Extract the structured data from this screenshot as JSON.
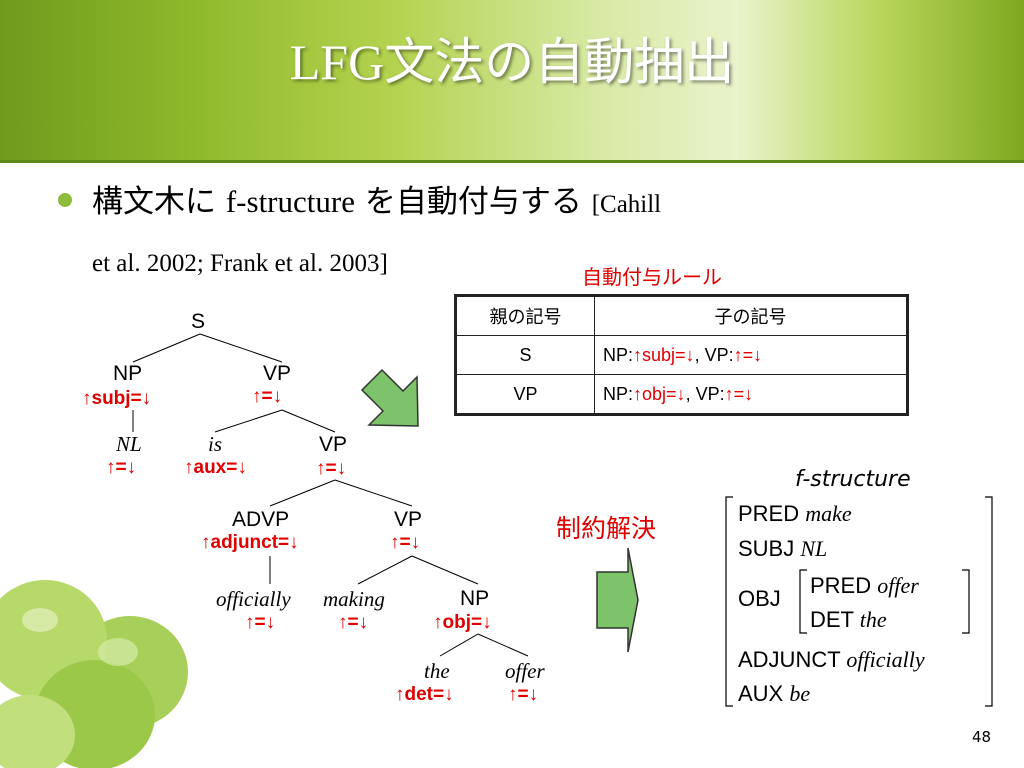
{
  "slide": {
    "title": "LFG文法の自動抽出",
    "page_number": "48"
  },
  "bullet": {
    "text_ja1": "構文木に ",
    "text_en": "f-structure",
    "text_ja2": " を自動付与する ",
    "citation_line1": "[Cahill",
    "citation_line2": "et al. 2002; Frank et al. 2003]"
  },
  "rules": {
    "title": "自動付与ルール",
    "headers": [
      "親の記号",
      "子の記号"
    ],
    "rows": [
      {
        "parent": "S",
        "child_np": "NP:",
        "child_np_ann": "↑subj=↓",
        "sep": ", VP:",
        "child_vp_ann": "↑=↓"
      },
      {
        "parent": "VP",
        "child_np": "NP:",
        "child_np_ann": "↑obj=↓",
        "sep": ", VP:",
        "child_vp_ann": "↑=↓"
      }
    ]
  },
  "tree": {
    "s": "S",
    "np1": "NP",
    "np1_ann": "↑subj=↓",
    "vp1": "VP",
    "vp1_ann": "↑=↓",
    "nl": "NL",
    "nl_ann": "↑=↓",
    "is": "is",
    "is_ann": "↑aux=↓",
    "vp2": "VP",
    "vp2_ann": "↑=↓",
    "advp": "ADVP",
    "advp_ann": "↑adjunct=↓",
    "vp3": "VP",
    "vp3_ann": "↑=↓",
    "officially": "officially",
    "officially_ann": "↑=↓",
    "making": "making",
    "making_ann": "↑=↓",
    "np2": "NP",
    "np2_ann": "↑obj=↓",
    "the": "the",
    "the_ann": "↑det=↓",
    "offer": "offer",
    "offer_ann": "↑=↓"
  },
  "resolution_label": "制約解決",
  "fstructure": {
    "title": "f-structure",
    "pred_key": "PRED",
    "pred_val": "make",
    "subj_key": "SUBJ",
    "subj_val": "NL",
    "obj_key": "OBJ",
    "obj_pred_key": "PRED",
    "obj_pred_val": "offer",
    "obj_det_key": "DET",
    "obj_det_val": "the",
    "adjunct_key": "ADJUNCT",
    "adjunct_val": "officially",
    "aux_key": "AUX",
    "aux_val": "be"
  },
  "colors": {
    "accent_red": "#e00000",
    "arrow_green": "#7cc36a",
    "header_green": "#8db82a"
  }
}
